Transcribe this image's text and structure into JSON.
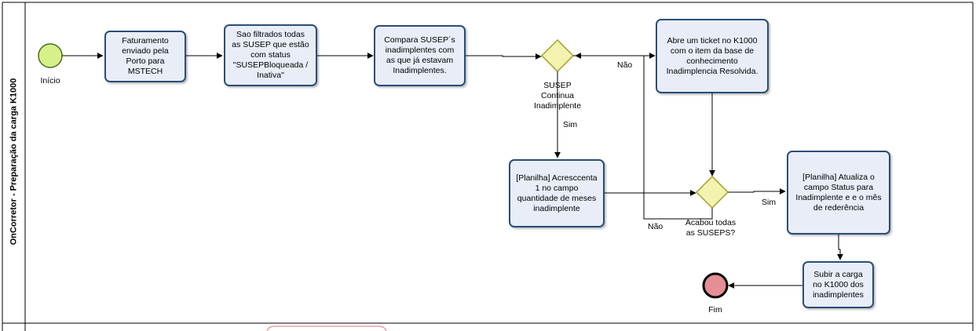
{
  "lane": {
    "title": "OnCorretor - Preparação da carga K1000"
  },
  "events": {
    "start": "Início",
    "end": "Fim"
  },
  "tasks": {
    "t1": [
      "Faturamento",
      "enviado pela",
      "Porto para",
      "MSTECH"
    ],
    "t2": [
      "Sao filtrados todas",
      "as SUSEP que estão",
      "com status",
      "\"SUSEPBloqueada /",
      "Inativa\""
    ],
    "t3": [
      "Compara SUSEP´s",
      "inadimplentes com",
      "as que já estavam",
      "Inadimplentes."
    ],
    "t4": [
      "Abre um ticket no K1000",
      "com o item da base de",
      "conhecimento",
      "Inadimplencia Resolvida."
    ],
    "t5": [
      "[Planilha] Acresccenta",
      "1 no campo",
      "quantidade de meses",
      "inadimplente"
    ],
    "t6": [
      "[Planilha] Atualiza o",
      "campo Status para",
      "Inadimplente e e o mês",
      "de rederência"
    ],
    "t7": [
      "Subir a carga",
      "no K1000 dos",
      "inadimplentes"
    ]
  },
  "gateways": {
    "g1": [
      "SUSEP",
      "Continua",
      "Inadimplente"
    ],
    "g2": [
      "Acabou todas",
      "as SUSEPS?"
    ]
  },
  "flow_labels": {
    "g1_no": "Não",
    "g1_yes": "Sim",
    "g2_no": "Não",
    "g2_yes": "Sim"
  },
  "colors": {
    "task_fill": "#e8edf8",
    "task_border": "#2a4e78",
    "start_fill": "#d6f08a",
    "end_fill": "#e58e95",
    "gateway_fill": "#f3f3b0",
    "gateway_border": "#a9a93a"
  }
}
